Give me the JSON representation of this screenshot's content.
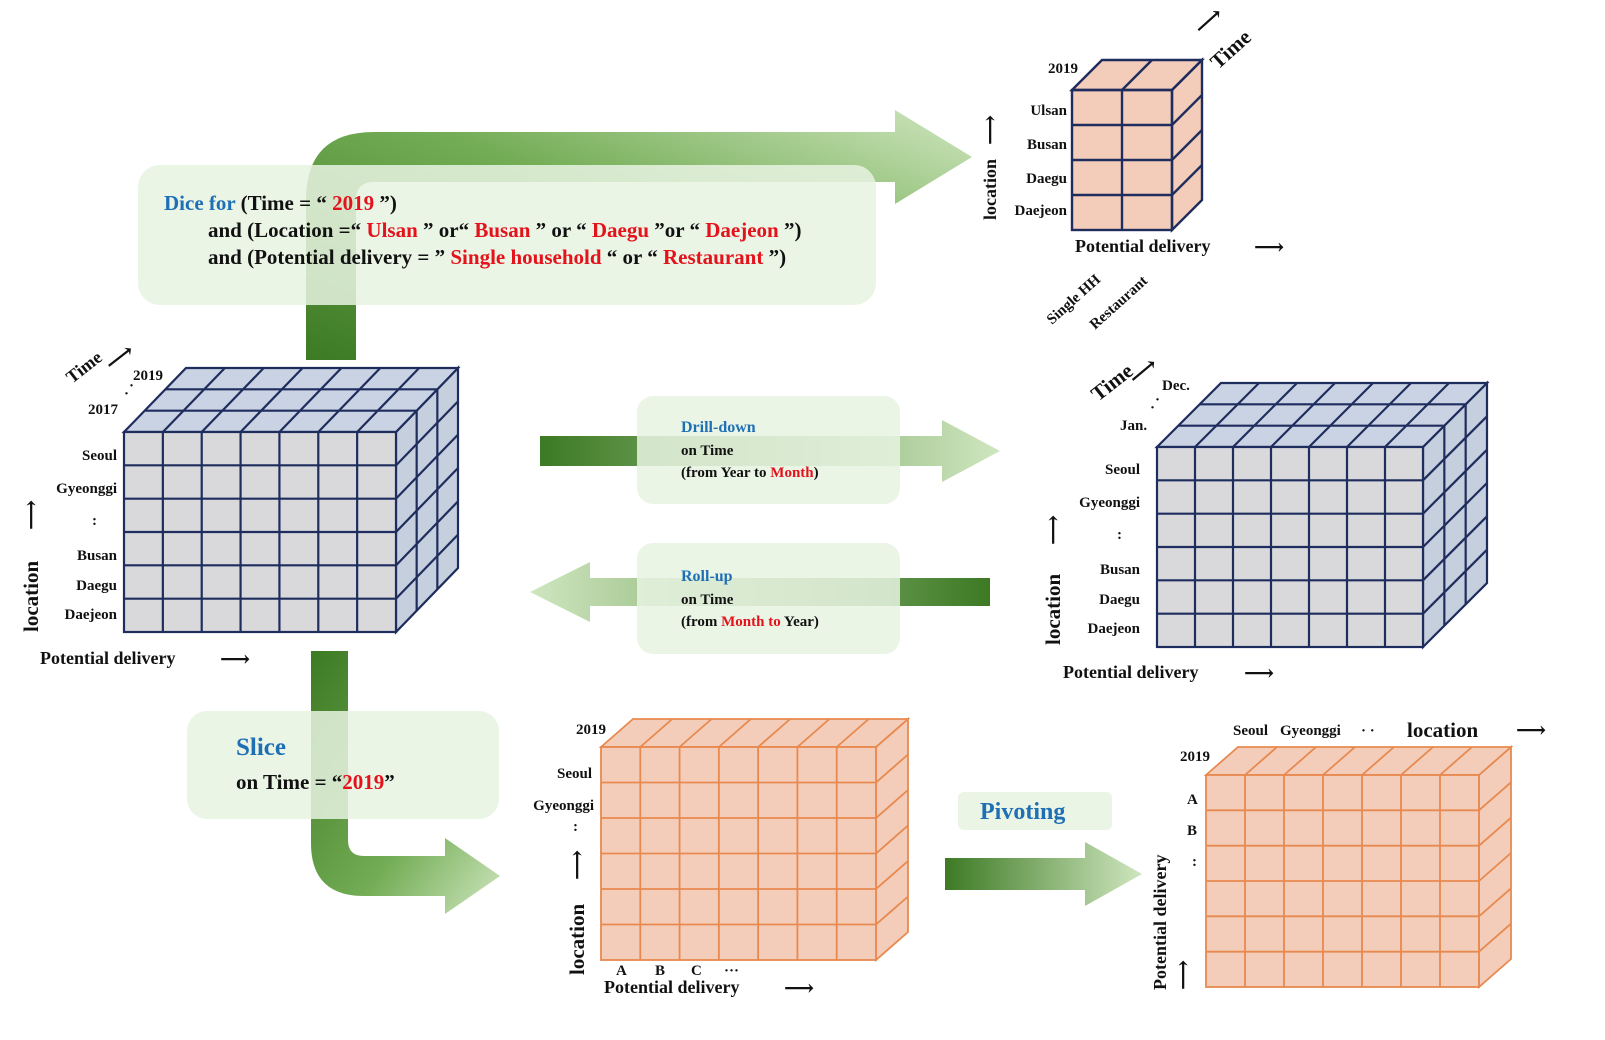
{
  "colors": {
    "grey_face": "#d9d9dc",
    "grey_top": "#c9d3e3",
    "blue_line": "#1f2d5e",
    "peach_face": "#f3cdb9",
    "peach_line": "#e8894f",
    "arrow_dark": "#3d7a24",
    "arrow_light": "#cfe6bf",
    "op_blue": "#1f6fb5",
    "highlight_red": "#e3121b",
    "box_green": "#e8f3e2"
  },
  "main_cube": {
    "time_label": "Time",
    "time_ticks": [
      "2019",
      "·",
      "·",
      "2017"
    ],
    "location_label": "location",
    "locations": [
      "Seoul",
      "Gyeonggi",
      ":",
      "Busan",
      "Daegu",
      "Daejeon"
    ],
    "x_label": "Potential delivery"
  },
  "dice": {
    "title": "Dice for",
    "line1_a": "(Time = “",
    "line1_val": "2019",
    "line1_b": "”)",
    "line2_a": "and (Location =“",
    "line2_v1": "Ulsan",
    "line2_b": "” or“",
    "line2_v2": "Busan",
    "line2_c": "” or “",
    "line2_v3": "Daegu",
    "line2_d": "”or “",
    "line2_v4": "Daejeon",
    "line2_e": "”)",
    "line3_a": "and (Potential delivery = ”",
    "line3_v1": "Single household",
    "line3_b": "“ or “",
    "line3_v2": "Restaurant",
    "line3_c": "”)"
  },
  "dice_cube": {
    "time_label": "Time",
    "year": "2019",
    "location_label": "location",
    "locations": [
      "Ulsan",
      "Busan",
      "Daegu",
      "Daejeon"
    ],
    "x_label": "Potential delivery",
    "x_ticks": [
      "Single HH",
      "Restaurant"
    ]
  },
  "drill_down": {
    "title": "Drill-down",
    "line1": "on Time",
    "line2_a": "(from Year to ",
    "line2_val": "Month",
    "line2_b": ")"
  },
  "roll_up": {
    "title": "Roll-up",
    "line1": "on Time",
    "line2_a": "(from ",
    "line2_val": "Month to",
    "line2_b": " Year)"
  },
  "month_cube": {
    "time_label": "Time",
    "time_ticks": [
      "Dec.",
      "·",
      "·",
      "Jan."
    ],
    "location_label": "location",
    "locations": [
      "Seoul",
      "Gyeonggi",
      ":",
      "Busan",
      "Daegu",
      "Daejeon"
    ],
    "x_label": "Potential delivery"
  },
  "slice": {
    "title": "Slice",
    "line1_a": "on Time = “",
    "line1_val": "2019",
    "line1_b": "”"
  },
  "slice_cube": {
    "year": "2019",
    "locations": [
      "Seoul",
      "Gyeonggi",
      ":"
    ],
    "location_label": "location",
    "x_ticks": [
      "A",
      "B",
      "C",
      "···"
    ],
    "x_label": "Potential delivery"
  },
  "pivot": {
    "title": "Pivoting"
  },
  "pivot_cube": {
    "top_ticks": [
      "Seoul",
      "Gyeonggi",
      "· ·"
    ],
    "x_label": "location",
    "year": "2019",
    "y_ticks": [
      "A",
      "B",
      ":"
    ],
    "y_label": "Potential delivery"
  }
}
